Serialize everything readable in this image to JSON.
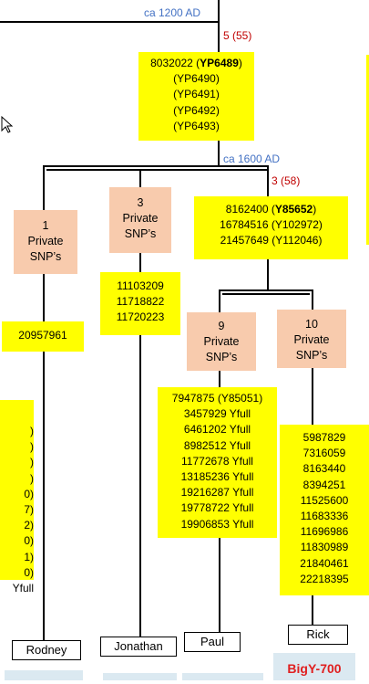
{
  "dates": {
    "top": "ca 1200 AD",
    "mid": "ca 1600 AD"
  },
  "counts": {
    "top": "5 (55)",
    "mid": "3 (58)"
  },
  "top_box": {
    "lines": [
      "8032022 (",
      "YP6489",
      ")"
    ],
    "rows": [
      "(YP6490)",
      "(YP6491)",
      "(YP6492)",
      "(YP6493)"
    ]
  },
  "right_box": {
    "lines": [
      "8162400 (",
      "Y85652",
      ")"
    ],
    "rows": [
      "16784516 (Y102972)",
      "21457649 (Y112046)"
    ]
  },
  "private": {
    "rodney": {
      "num": "1",
      "l1": "Private",
      "l2": "SNP’s"
    },
    "jonathan": {
      "num": "3",
      "l1": "Private",
      "l2": "SNP’s"
    },
    "paul": {
      "num": "9",
      "l1": "Private",
      "l2": "SNP’s"
    },
    "rick": {
      "num": "10",
      "l1": "Private",
      "l2": "SNP’s"
    }
  },
  "rodney_box": {
    "rows": [
      "20957961"
    ]
  },
  "jonathan_box": {
    "rows": [
      "11103209",
      "11718822",
      "11720223"
    ]
  },
  "paul_box": {
    "rows": [
      "7947875 (Y85051)",
      "3457929 Yfull",
      "6461202 Yfull",
      "8982512 Yfull",
      "11772678 Yfull",
      "13185236 Yfull",
      "19216287 Yfull",
      "19778722 Yfull",
      "19906853 Yfull"
    ]
  },
  "rick_box": {
    "rows": [
      "5987829",
      "7316059",
      "8163440",
      "8394251",
      "11525600",
      "11683336",
      "11696986",
      "11830989",
      "21840461",
      "22218395"
    ]
  },
  "left_partial": {
    "rows": [
      ")",
      ")",
      ")",
      ")",
      "0)",
      "7)",
      "2)",
      "0)",
      "1)",
      "0)",
      "Yfull"
    ]
  },
  "names": {
    "rodney": "Rodney",
    "jonathan": "Jonathan",
    "paul": "Paul",
    "rick": "Rick"
  },
  "bigy": "BigY-700"
}
